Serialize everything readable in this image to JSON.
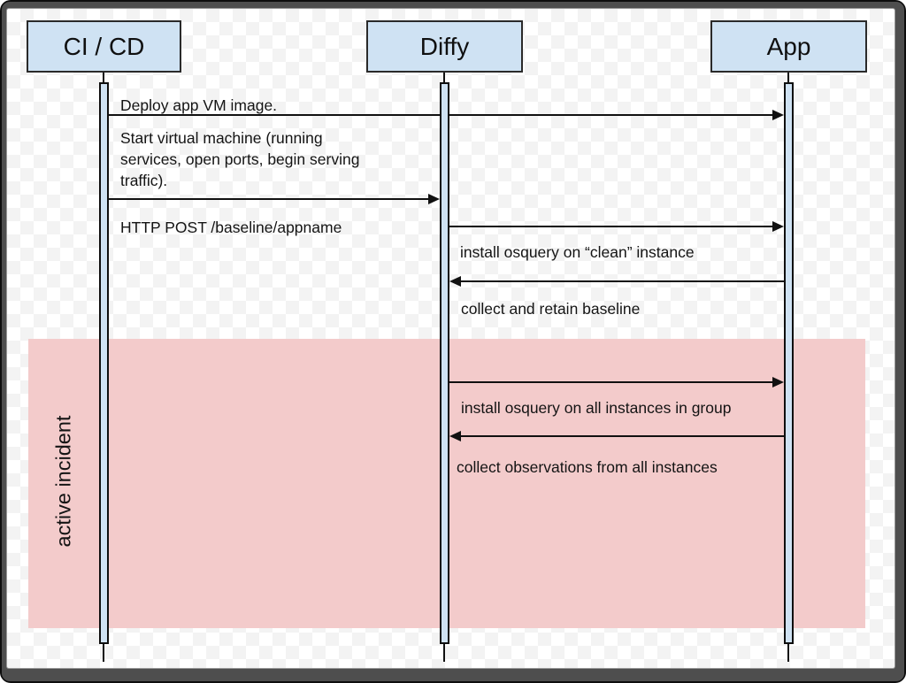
{
  "diagram": {
    "actors": [
      {
        "label": "CI / CD"
      },
      {
        "label": "Diffy"
      },
      {
        "label": "App"
      }
    ],
    "messages": [
      {
        "text": "Deploy app VM image.",
        "from": "CI / CD",
        "to": "App",
        "direction": "right"
      },
      {
        "text": "Start virtual machine (running services, open ports, begin serving traffic).",
        "from": "CI / CD",
        "to": "Diffy",
        "direction": "right"
      },
      {
        "text": "HTTP POST /baseline/appname",
        "from": "Diffy",
        "to": "App",
        "direction": "right"
      },
      {
        "text": "install osquery on “clean” instance",
        "from": "Diffy",
        "to": "App",
        "direction": "right"
      },
      {
        "text": "collect and retain baseline",
        "from": "App",
        "to": "Diffy",
        "direction": "left"
      },
      {
        "text": "install osquery on all instances in group",
        "from": "Diffy",
        "to": "App",
        "direction": "right"
      },
      {
        "text": "collect observations from all instances",
        "from": "App",
        "to": "Diffy",
        "direction": "left"
      }
    ],
    "incident_label": "active incident",
    "colors": {
      "actor_fill": "#cfe2f3",
      "actor_border": "#2a2a2a",
      "lifeline_fill": "#cfe2f3",
      "incident_fill": "#f3cbcb",
      "line": "#111111",
      "frame": "#4e4e4e",
      "checker": "#f3f3f3"
    }
  }
}
